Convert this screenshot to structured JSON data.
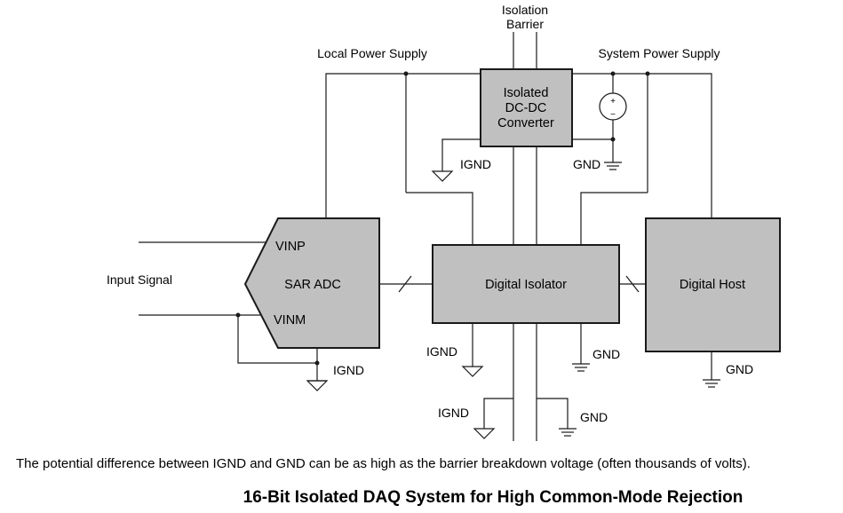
{
  "labels": {
    "isolation_barrier_line1": "Isolation",
    "isolation_barrier_line2": "Barrier",
    "local_power_supply": "Local Power Supply",
    "system_power_supply": "System Power Supply",
    "input_signal": "Input Signal",
    "vinp": "VINP",
    "vinm": "VINM",
    "ignd": "IGND",
    "gnd": "GND",
    "plus": "+",
    "minus": "−"
  },
  "blocks": {
    "dcdc_line1": "Isolated",
    "dcdc_line2": "DC-DC",
    "dcdc_line3": "Converter",
    "sar_adc": "SAR ADC",
    "digital_isolator": "Digital Isolator",
    "digital_host": "Digital Host"
  },
  "caption": "The potential difference between IGND and GND can be as high as the barrier breakdown voltage (often thousands of volts).",
  "title": "16-Bit Isolated DAQ System for High Common-Mode Rejection",
  "colors": {
    "block_fill": "#c0c0c0",
    "line": "#1a1a1a"
  }
}
